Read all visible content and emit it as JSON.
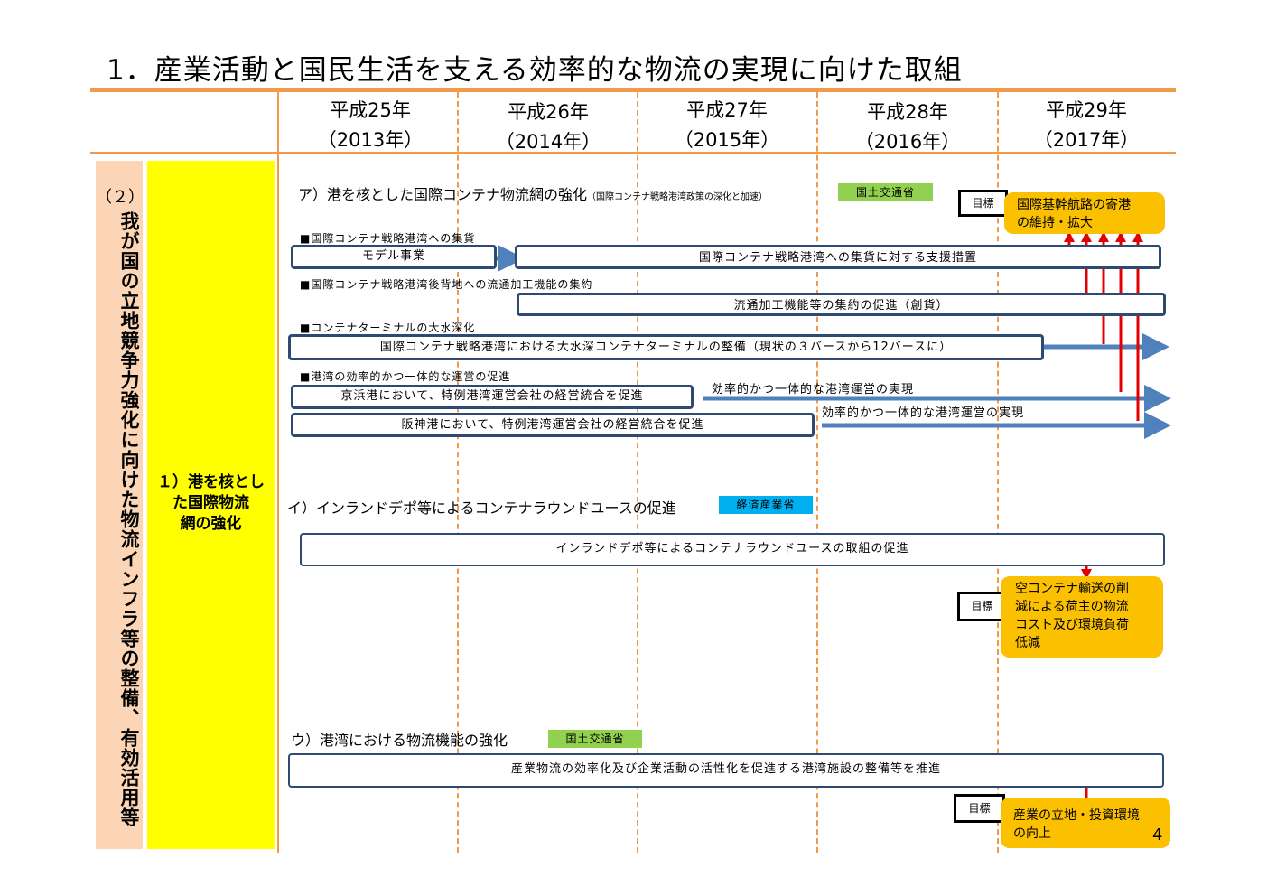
{
  "title": "1．産業活動と国民生活を支える効率的な物流の実現に向けた取組",
  "years": [
    {
      "label": "平成25年",
      "western": "（2013年）"
    },
    {
      "label": "平成26年",
      "western": "（2014年）"
    },
    {
      "label": "平成27年",
      "western": "（2015年）"
    },
    {
      "label": "平成28年",
      "western": "（2016年）"
    },
    {
      "label": "平成29年",
      "western": "（2017年）"
    }
  ],
  "left_column": {
    "number": "（２）",
    "text": "我が国の立地競争力強化に向けた物流インフラ等の整備、有効活用等"
  },
  "middle_column": {
    "line1": "１）港を核とし",
    "line2": "た国際物流",
    "line3": "網の強化"
  },
  "section_a": {
    "title": "ア）港を核とした国際コンテナ物流網の強化",
    "note": "（国際コンテナ戦略港湾政策の深化と加速）",
    "ministry": "国土交通省",
    "ministry_color": "#92d050",
    "sub1": "■国際コンテナ戦略港湾への集貨",
    "model": "モデル事業",
    "support": "国際コンテナ戦略港湾への集貨に対する支援措置",
    "sub2": "■国際コンテナ戦略港湾後背地への流通加工機能の集約",
    "distribution": "流通加工機能等の集約の促進（創貨）",
    "sub3": "■コンテナターミナルの大水深化",
    "deepwater": "国際コンテナ戦略港湾における大水深コンテナターミナルの整備（現状の３バースから12バースに）",
    "sub4": "■港湾の効率的かつ一体的な運営の促進",
    "keihin": "京浜港において、特例港湾運営会社の経営統合を促進",
    "hanshin": "阪神港において、特例港湾運営会社の経営統合を促進",
    "outcome1": "効率的かつ一体的な港湾運営の実現",
    "outcome2": "効率的かつ一体的な港湾運営の実現",
    "goal_label": "目標",
    "goal_line1": "国際基幹航路の寄港",
    "goal_line2": "の維持・拡大"
  },
  "section_i": {
    "title": "イ）インランドデポ等によるコンテナラウンドユースの促進",
    "ministry": "経済産業省",
    "ministry_color": "#00b0f0",
    "bar": "インランドデポ等によるコンテナラウンドユースの取組の促進",
    "goal_label": "目標",
    "goal_lines": [
      "空コンテナ輸送の削",
      "減による荷主の物流",
      "コスト及び環境負荷",
      "低減"
    ]
  },
  "section_u": {
    "title": "ウ）港湾における物流機能の強化",
    "ministry": "国土交通省",
    "ministry_color": "#92d050",
    "bar": "産業物流の効率化及び企業活動の活性化を促進する港湾施設の整備等を推進",
    "goal_label": "目標",
    "goal_line1": "産業の立地・投資環境",
    "goal_line2": "の向上"
  },
  "page_number": "4",
  "colors": {
    "accent_orange": "#f39a4a",
    "bar_border": "#2e4a73",
    "arrow_blue": "#4f81bd",
    "arrow_red": "#e30000",
    "target_fill": "#fbc000",
    "left_fill": "#fbd5b5",
    "middle_fill": "#ffff00"
  }
}
